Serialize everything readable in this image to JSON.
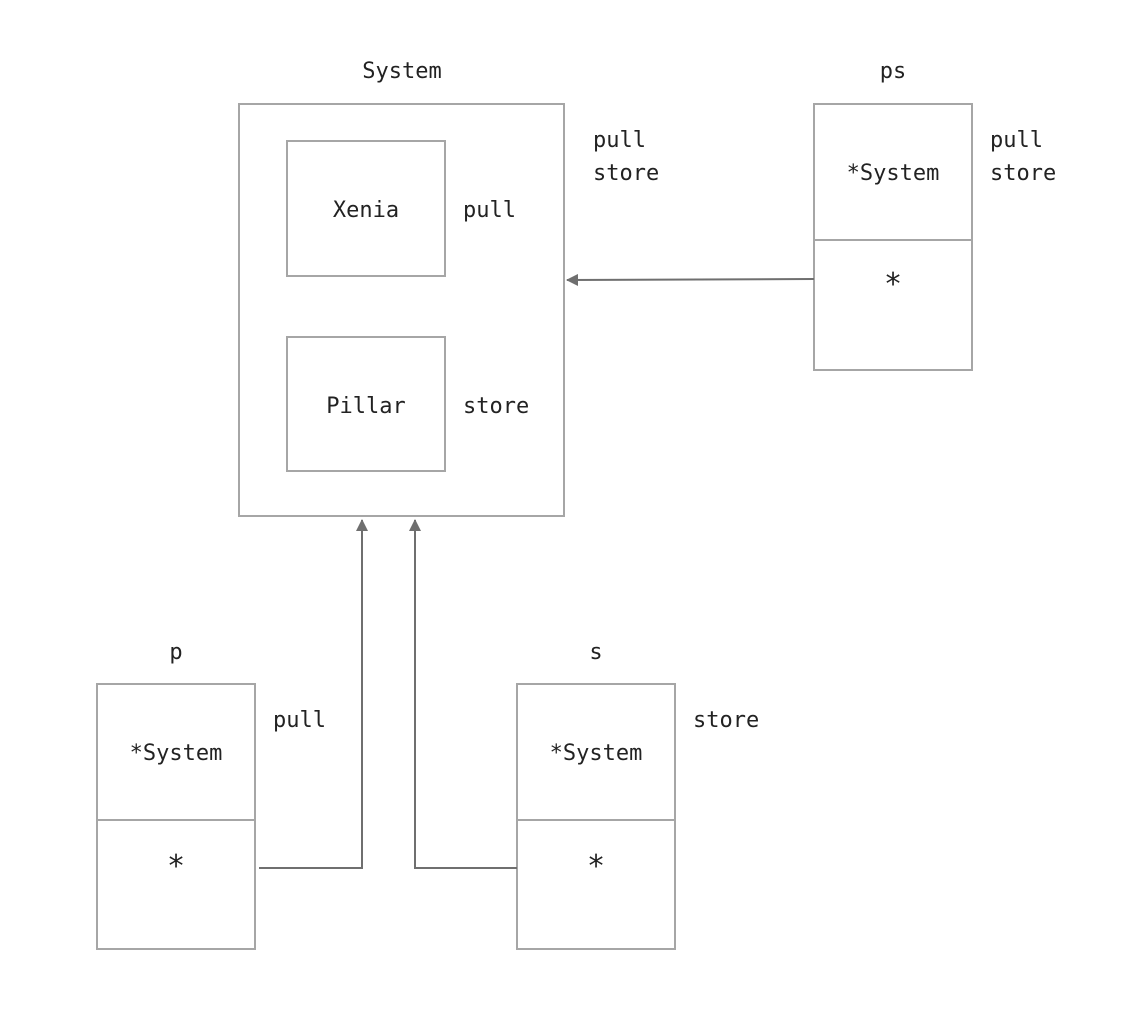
{
  "system": {
    "title": "System",
    "side_labels": [
      "pull",
      "store"
    ],
    "inner": [
      {
        "name": "Xenia",
        "label": "pull"
      },
      {
        "name": "Pillar",
        "label": "store"
      }
    ]
  },
  "ps": {
    "title": "ps",
    "top": "*System",
    "bottom": "*",
    "side_labels": [
      "pull",
      "store"
    ]
  },
  "p": {
    "title": "p",
    "top": "*System",
    "bottom": "*",
    "side_label": "pull"
  },
  "s": {
    "title": "s",
    "top": "*System",
    "bottom": "*",
    "side_label": "store"
  }
}
